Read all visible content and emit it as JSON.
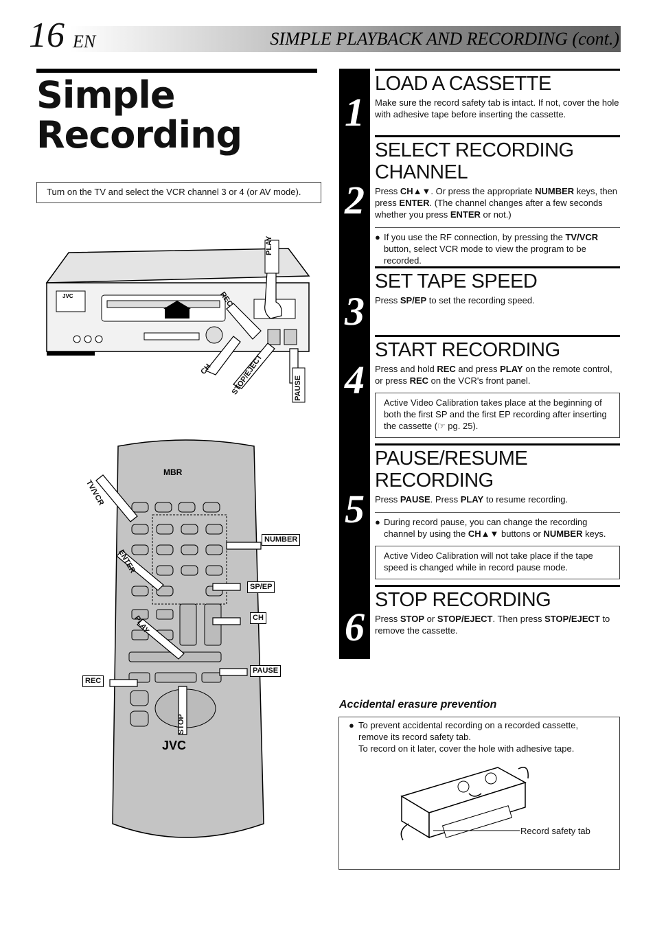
{
  "header": {
    "page_number": "16",
    "lang": "EN",
    "section": "SIMPLE PLAYBACK AND RECORDING (cont.)"
  },
  "title": {
    "line1": "Simple",
    "line2": "Recording"
  },
  "intro": "Turn on the TV and select the VCR channel 3 or 4 (or AV mode).",
  "vcr_labels": {
    "play": "PLAY",
    "rec": "REC",
    "ch": "CH",
    "stop_eject": "STOP/EJECT",
    "pause": "PAUSE",
    "brand": "JVC"
  },
  "remote_labels": {
    "tv_vcr": "TV/VCR",
    "number": "NUMBER",
    "enter": "ENTER",
    "sp_ep": "SP/EP",
    "ch": "CH",
    "play": "PLAY",
    "pause": "PAUSE",
    "rec": "REC",
    "stop": "STOP",
    "logo": "MBR",
    "brand": "JVC"
  },
  "steps": [
    {
      "num": "1",
      "title": "LOAD A CASSETTE",
      "body": "Make sure the record safety tab is intact. If not, cover the hole with adhesive tape before inserting the cassette."
    },
    {
      "num": "2",
      "title": "SELECT RECORDING CHANNEL",
      "body_html": "Press <b>CH▲▼</b>. Or press the appropriate <b>NUMBER</b> keys, then press <b>ENTER</b>. (The channel changes after a few seconds whether you press <b>ENTER</b> or not.)",
      "bullet_html": "If you use the RF connection, by pressing the <b>TV/VCR</b> button, select VCR mode to view the program to be recorded."
    },
    {
      "num": "3",
      "title": "SET TAPE SPEED",
      "body_html": "Press <b>SP/EP</b> to set the recording speed."
    },
    {
      "num": "4",
      "title": "START RECORDING",
      "body_html": "Press and hold <b>REC</b> and press <b>PLAY</b> on the remote control, or press <b>REC</b> on the VCR's front panel.",
      "note": "Active Video Calibration takes place at the beginning of both the first SP and the first EP recording after inserting the cassette (☞ pg. 25)."
    },
    {
      "num": "5",
      "title": "PAUSE/RESUME RECORDING",
      "body_html": "Press <b>PAUSE</b>. Press <b>PLAY</b> to resume recording.",
      "bullet_html": "During record pause, you can change the recording channel by using the <b>CH▲▼</b> buttons or <b>NUMBER</b> keys.",
      "note": "Active Video Calibration will not take place if the tape speed is changed while in record pause mode."
    },
    {
      "num": "6",
      "title": "STOP RECORDING",
      "body_html": "Press <b>STOP</b> or <b>STOP/EJECT</b>. Then press <b>STOP/EJECT</b> to remove the cassette."
    }
  ],
  "accidental": {
    "title": "Accidental erasure prevention",
    "line1": "To prevent accidental recording on a recorded cassette, remove its record safety tab.",
    "line2": "To record on it later, cover the hole with adhesive tape.",
    "tab_label": "Record safety tab"
  },
  "bullet": "●"
}
